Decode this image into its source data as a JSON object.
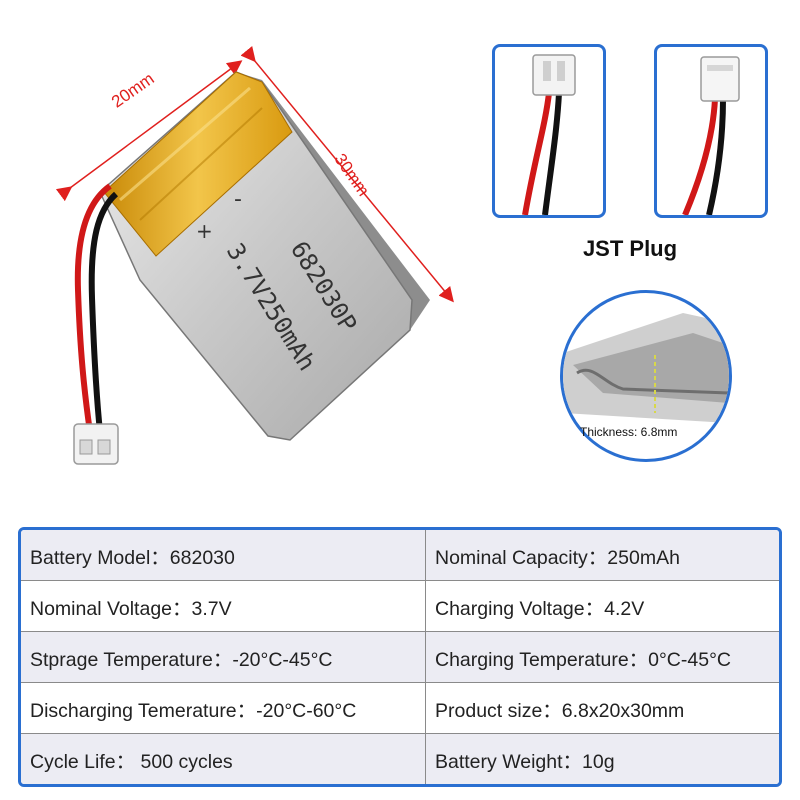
{
  "dimensions": {
    "width_label": "20mm",
    "length_label": "30mm"
  },
  "battery": {
    "print_model": "682030P",
    "print_rating": "3.7V250mAh",
    "plus_sign": "+",
    "minus_sign": "-"
  },
  "plug": {
    "caption": "JST Plug"
  },
  "thickness": {
    "label": "Thickness:  6.8mm"
  },
  "colors": {
    "accent": "#2a6fd1",
    "dimension_red": "#e0201e",
    "row_shade": "#ececf3",
    "wire_red": "#d01818",
    "wire_black": "#111111",
    "kapton": "#e3a514"
  },
  "specs": [
    {
      "left": "Battery Model：682030",
      "right": "Nominal Capacity：250mAh"
    },
    {
      "left": "Nominal Voltage：3.7V",
      "right": "Charging Voltage：4.2V"
    },
    {
      "left": "Stprage Temperature：-20°C-45°C",
      "right": "Charging Temperature：0°C-45°C"
    },
    {
      "left": "Discharging Temerature：-20°C-60°C",
      "right": "Product size：6.8x20x30mm"
    },
    {
      "left": "Cycle Life：  500 cycles",
      "right": "Battery Weight：10g"
    }
  ]
}
